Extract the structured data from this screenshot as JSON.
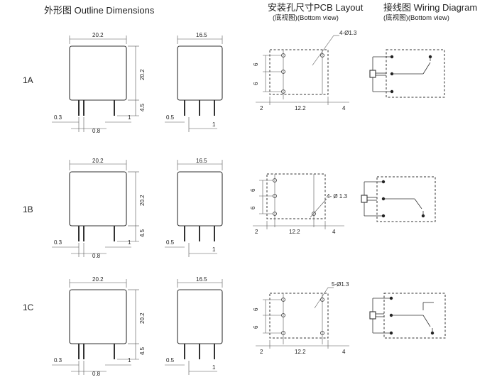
{
  "headers": {
    "outline": "外形图 Outline Dimensions",
    "pcb": "安装孔尺寸PCB Layout",
    "pcb_sub": "(底视图)(Bottom view)",
    "wiring": "接线图 Wiring Diagram",
    "wiring_sub": "(底视图)(Bottom view)"
  },
  "rows": [
    {
      "label": "1A",
      "front": {
        "width": "20.2",
        "height": "20.2",
        "pin_len": "4.5",
        "pin_t": "0.3",
        "pitch": "0.8",
        "edge": "1"
      },
      "side": {
        "width": "16.5",
        "pin_t": "0.5",
        "edge": "1"
      },
      "pcb": {
        "holes": "4-Ø1.3",
        "v1": "6",
        "v2": "6",
        "h1": "2",
        "h2": "12.2",
        "h3": "4"
      }
    },
    {
      "label": "1B",
      "front": {
        "width": "20.2",
        "height": "20.2",
        "pin_len": "4.5",
        "pin_t": "0.3",
        "pitch": "0.8",
        "edge": "1"
      },
      "side": {
        "width": "16.5",
        "pin_t": "0.5",
        "edge": "1"
      },
      "pcb": {
        "holes": "4- Ø 1.3",
        "v1": "6",
        "v2": "6",
        "h1": "2",
        "h2": "12.2",
        "h3": "4"
      }
    },
    {
      "label": "1C",
      "front": {
        "width": "20.2",
        "height": "20.2",
        "pin_len": "4.5",
        "pin_t": "0.3",
        "pitch": "0.8",
        "edge": "1"
      },
      "side": {
        "width": "16.5",
        "pin_t": "0.5",
        "edge": "1"
      },
      "pcb": {
        "holes": "5-Ø1.3",
        "v1": "6",
        "v2": "6",
        "h1": "2",
        "h2": "12.2",
        "h3": "4"
      }
    }
  ]
}
